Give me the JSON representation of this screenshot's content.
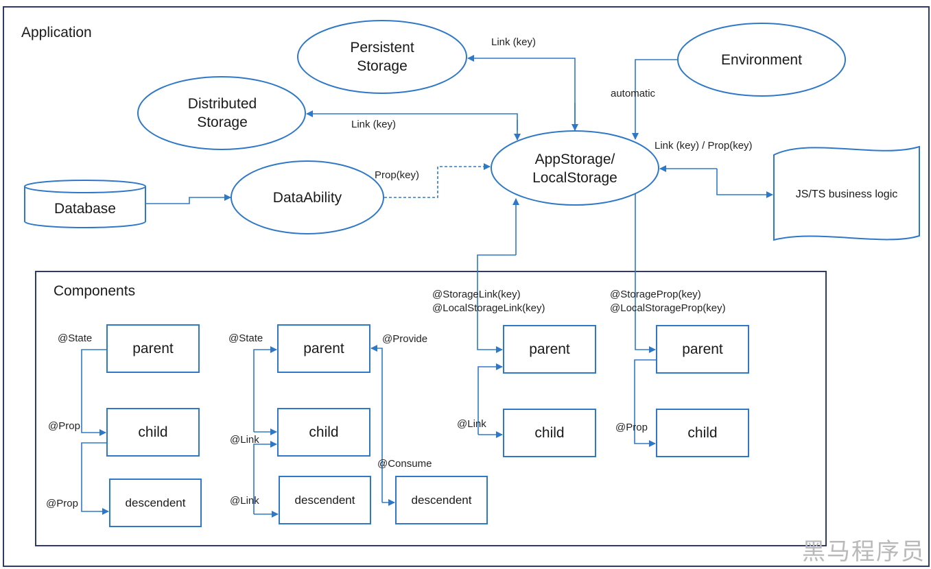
{
  "application": {
    "title": "Application"
  },
  "components": {
    "title": "Components"
  },
  "nodes": {
    "persistent_storage": "Persistent\nStorage",
    "distributed_storage": "Distributed\nStorage",
    "environment": "Environment",
    "appstorage": "AppStorage/\nLocalStorage",
    "database": "Database",
    "dataability": "DataAbility",
    "business_logic": "JS/TS business logic"
  },
  "edges": {
    "persistent_link": "Link (key)",
    "distributed_link": "Link (key)",
    "environment_automatic": "automatic",
    "logic_link_prop": "Link (key) / Prop(key)",
    "dataability_prop": "Prop(key)",
    "storage_link": "@StorageLink(key)",
    "local_storage_link": "@LocalStorageLink(key)",
    "storage_prop": "@StorageProp(key)",
    "local_storage_prop": "@LocalStorageProp(key)"
  },
  "groups": [
    {
      "parent": "parent",
      "child": "child",
      "descendent": "descendent",
      "parent_anno": "@State",
      "child_anno": "@Prop",
      "desc_anno": "@Prop"
    },
    {
      "parent": "parent",
      "child": "child",
      "descendent": "descendent",
      "parent_anno": "@State",
      "child_anno": "@Link",
      "desc_anno": "@Link"
    },
    {
      "descendent": "descendent",
      "provide_anno": "@Provide",
      "consume_anno": "@Consume"
    },
    {
      "parent": "parent",
      "child": "child",
      "child_anno": "@Link"
    },
    {
      "parent": "parent",
      "child": "child",
      "child_anno": "@Prop"
    }
  ],
  "watermark": "黑马程序员",
  "colors": {
    "stroke": "#2e78c7",
    "frame": "#2d3a6b"
  }
}
